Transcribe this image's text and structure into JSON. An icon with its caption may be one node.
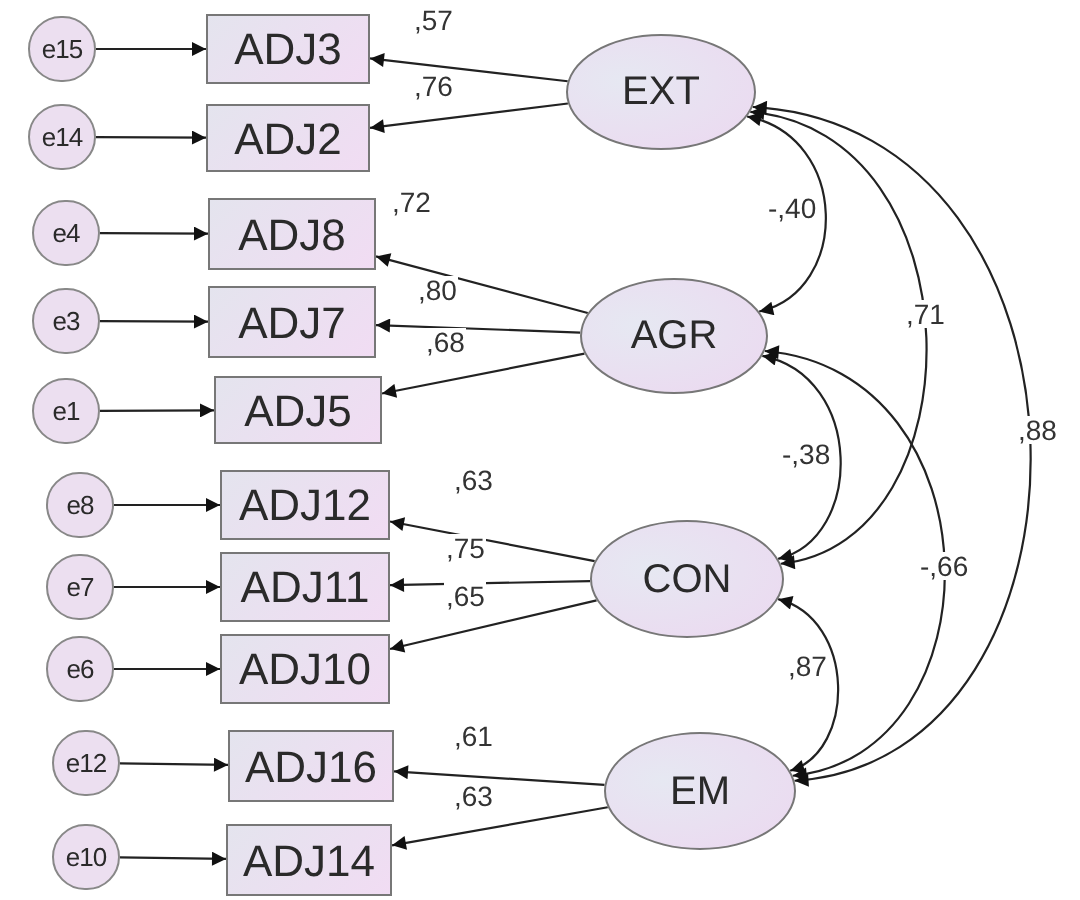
{
  "diagram": {
    "nodes": [
      {
        "text": [
          "e15"
        ]
      },
      {
        "text": [
          "ADJ3"
        ]
      },
      {
        "text": [
          "e14"
        ]
      },
      {
        "text": [
          "ADJ2"
        ]
      },
      {
        "text": [
          "e4"
        ]
      },
      {
        "text": [
          "ADJ8"
        ]
      },
      {
        "text": [
          "e3"
        ]
      },
      {
        "text": [
          "ADJ7"
        ]
      },
      {
        "text": [
          "e1"
        ]
      },
      {
        "text": [
          "ADJ5"
        ]
      },
      {
        "text": [
          "e8"
        ]
      },
      {
        "text": [
          "ADJ12"
        ]
      },
      {
        "text": [
          "e7"
        ]
      },
      {
        "text": [
          "ADJ11"
        ]
      },
      {
        "text": [
          "e6"
        ]
      },
      {
        "text": [
          "ADJ10"
        ]
      },
      {
        "text": [
          "e12"
        ]
      },
      {
        "text": [
          "ADJ16"
        ]
      },
      {
        "text": [
          "e10"
        ]
      },
      {
        "text": [
          "ADJ14"
        ]
      },
      {
        "text": [
          "EXT"
        ]
      },
      {
        "text": [
          "AGR"
        ]
      },
      {
        "text": [
          "CON"
        ]
      },
      {
        "text": [
          "EM"
        ]
      }
    ],
    "edges": [
      {
        "from": 0,
        "to": 1,
        "arrow": "to"
      },
      {
        "from": 2,
        "to": 3,
        "arrow": "to"
      },
      {
        "from": 4,
        "to": 5,
        "arrow": "to"
      },
      {
        "from": 6,
        "to": 7,
        "arrow": "to"
      },
      {
        "from": 8,
        "to": 9,
        "arrow": "to"
      },
      {
        "from": 10,
        "to": 11,
        "arrow": "to"
      },
      {
        "from": 12,
        "to": 13,
        "arrow": "to"
      },
      {
        "from": 14,
        "to": 15,
        "arrow": "to"
      },
      {
        "from": 16,
        "to": 17,
        "arrow": "to"
      },
      {
        "from": 18,
        "to": 19,
        "arrow": "to"
      },
      {
        "from": 20,
        "to": 1,
        "arrow": "to",
        "label": ",57"
      },
      {
        "from": 20,
        "to": 3,
        "arrow": "to",
        "label": ",76"
      },
      {
        "from": 21,
        "to": 5,
        "arrow": "to",
        "label": ",72"
      },
      {
        "from": 21,
        "to": 7,
        "arrow": "to",
        "label": ",80"
      },
      {
        "from": 21,
        "to": 9,
        "arrow": "to",
        "label": ",68"
      },
      {
        "from": 22,
        "to": 11,
        "arrow": "to",
        "label": ",63"
      },
      {
        "from": 22,
        "to": 13,
        "arrow": "to",
        "label": ",75"
      },
      {
        "from": 22,
        "to": 15,
        "arrow": "to",
        "label": ",65"
      },
      {
        "from": 23,
        "to": 17,
        "arrow": "to",
        "label": ",61"
      },
      {
        "from": 23,
        "to": 19,
        "arrow": "to",
        "label": ",63"
      },
      {
        "from": 20,
        "to": 21,
        "arrow": "both",
        "label": "-,40"
      },
      {
        "from": 20,
        "to": 22,
        "arrow": "both",
        "label": ",71"
      },
      {
        "from": 20,
        "to": 23,
        "arrow": "both",
        "label": ",88"
      },
      {
        "from": 21,
        "to": 22,
        "arrow": "both",
        "label": "-,38"
      },
      {
        "from": 21,
        "to": 23,
        "arrow": "both",
        "label": "-,66"
      },
      {
        "from": 22,
        "to": 23,
        "arrow": "both",
        "label": ",87"
      }
    ]
  }
}
